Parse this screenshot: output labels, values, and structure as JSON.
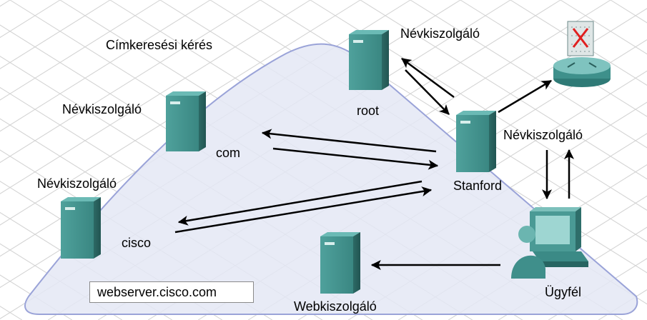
{
  "diagram": {
    "title": "Címkeresési kérés",
    "url_box": "webserver.cisco.com",
    "nodes": {
      "root": {
        "role": "Névkiszolgáló",
        "name": "root"
      },
      "com": {
        "role": "Névkiszolgáló",
        "name": "com"
      },
      "cisco": {
        "role": "Névkiszolgáló",
        "name": "cisco"
      },
      "stanford": {
        "role": "Névkiszolgáló",
        "name": "Stanford"
      },
      "webserver": {
        "role": "Webkiszolgáló"
      },
      "client": {
        "name": "Ügyfél"
      }
    },
    "router_icon": "router-disabled-icon",
    "colors": {
      "server": "#3f8f8b",
      "server_dark": "#2a6662",
      "region_fill": "#e4e7f4",
      "region_stroke": "#9aa3d8",
      "arrow": "#000000",
      "grid": "#cfcfcf"
    }
  }
}
